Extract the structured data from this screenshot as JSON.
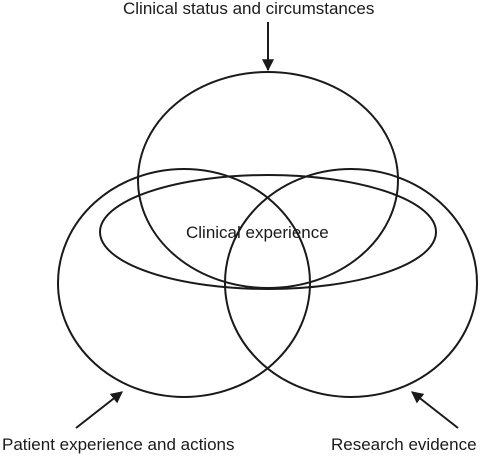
{
  "labels": {
    "top": "Clinical status and circumstances",
    "center": "Clinical experience",
    "left": "Patient experience and actions",
    "right": "Research evidence"
  },
  "colors": {
    "stroke": "#1a1a1a",
    "text": "#1a1a1a",
    "background": "#ffffff"
  }
}
